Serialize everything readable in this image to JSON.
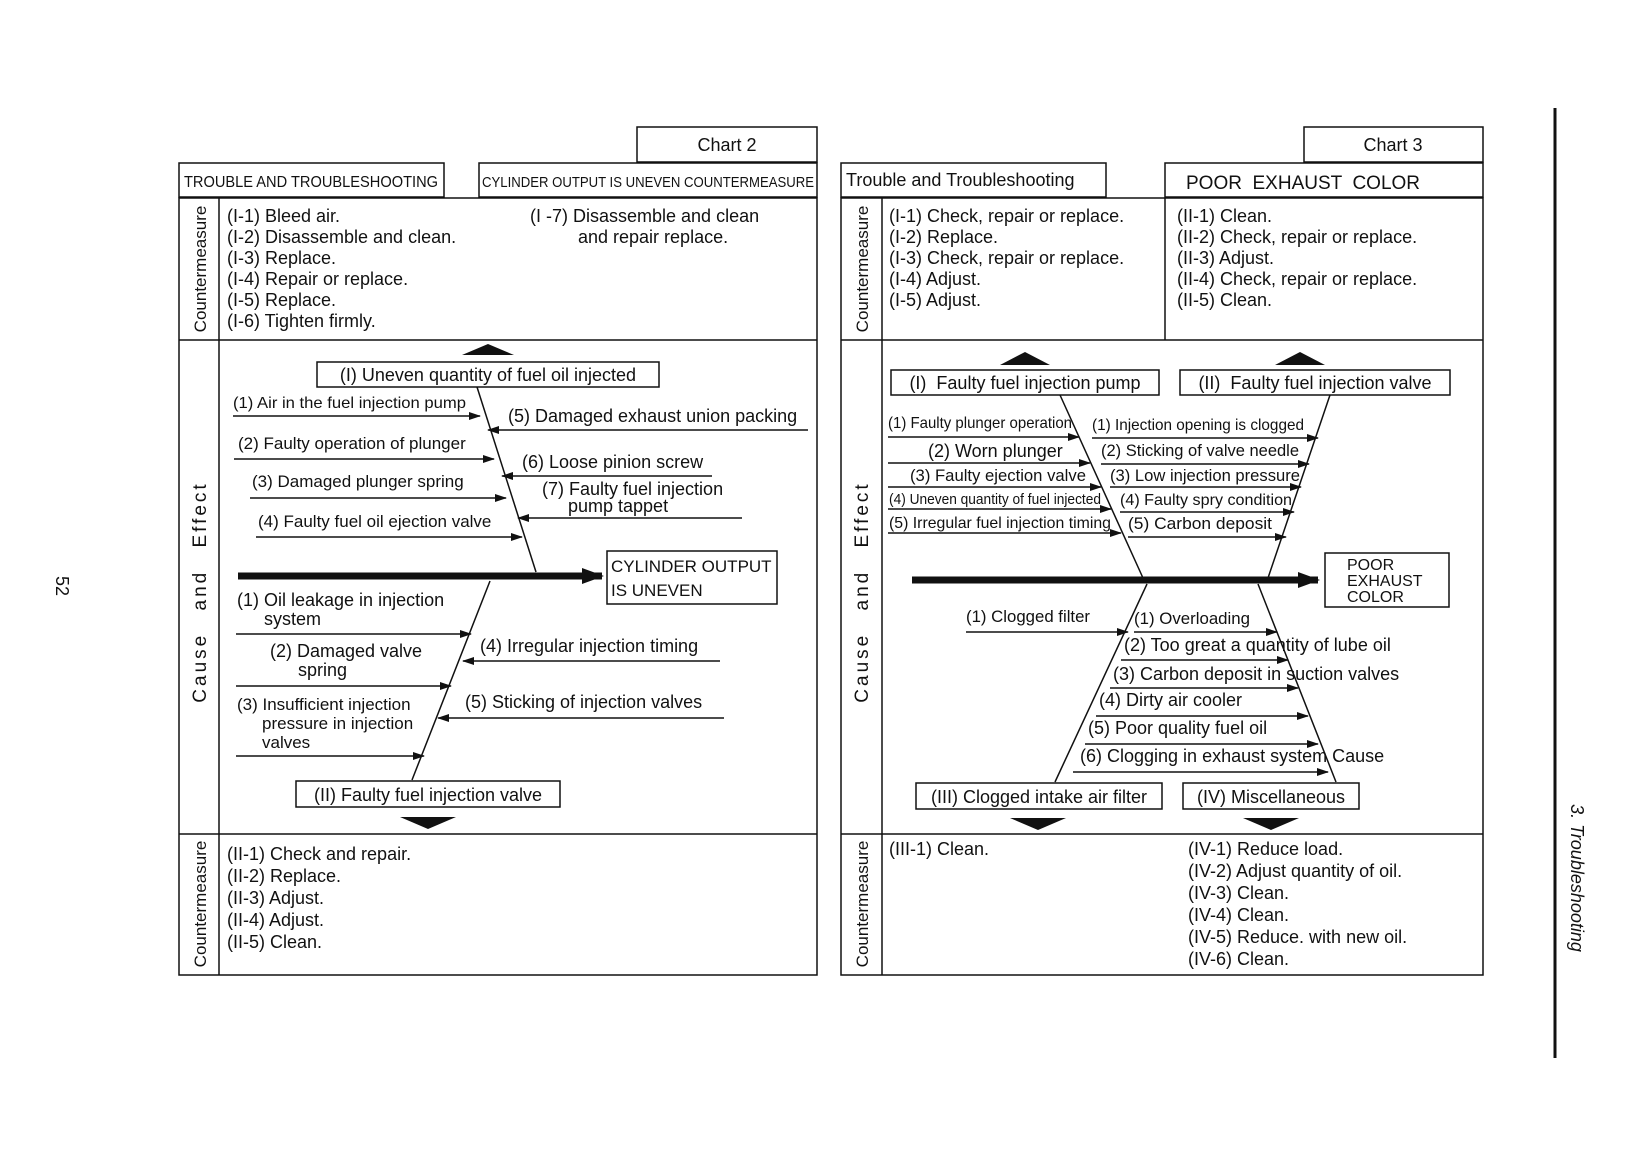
{
  "page_number": "52",
  "section_title": "3. Troubleshooting",
  "chart2": {
    "chart_label": "Chart 2",
    "header_left": "TROUBLE AND TROUBLESHOOTING",
    "header_right": "CYLINDER OUTPUT IS UNEVEN COUNTERMEASURE",
    "side_countermeasure_top": "Countermeasure",
    "side_cause_effect": "Cause and Effect",
    "side_countermeasure_bottom": "Countermeasure",
    "top_measures_left": [
      "(I-1) Bleed air.",
      "(I-2) Disassemble and clean.",
      "(I-3) Replace.",
      "(I-4) Repair or replace.",
      "(I-5) Replace.",
      "(I-6) Tighten firmly."
    ],
    "top_measures_right": [
      "(I -7) Disassemble and clean",
      "and repair replace."
    ],
    "group_top": "(I) Uneven quantity of fuel  oil injected",
    "upper_left_causes": [
      "(1) Air in the fuel injection pump",
      "(2) Faulty operation of plunger",
      "(3) Damaged plunger spring",
      "(4) Faulty fuel oil ejection valve"
    ],
    "upper_right_causes": [
      "(5) Damaged exhaust union packing",
      "(6) Loose pinion screw",
      "(7) Faulty fuel injection",
      "pump tappet"
    ],
    "effect": [
      "CYLINDER OUTPUT",
      "IS UNEVEN"
    ],
    "lower_left_causes": [
      "(1) Oil leakage in injection",
      "system",
      "(2) Damaged valve",
      "spring",
      "(3) Insufficient injection",
      "pressure in injection",
      "valves"
    ],
    "lower_right_causes": [
      "(4) Irregular injection timing",
      "(5) Sticking of injection valves"
    ],
    "group_bottom": "(II) Faulty fuel injection valve",
    "bottom_measures": [
      "(II-1) Check and repair.",
      "(II-2) Replace.",
      "(II-3) Adjust.",
      "(II-4) Adjust.",
      "(II-5) Clean."
    ]
  },
  "chart3": {
    "chart_label": "Chart 3",
    "header_left": "Trouble and Troubleshooting",
    "header_right": "POOR  EXHAUST  COLOR",
    "side_countermeasure_top": "Countermeasure",
    "side_cause_effect": "Cause and Effect",
    "side_countermeasure_bottom": "Countermeasure",
    "top_measures_left": [
      "(I-1) Check, repair or replace.",
      "(I-2) Replace.",
      "(I-3) Check, repair or replace.",
      "(I-4) Adjust.",
      "(I-5) Adjust."
    ],
    "top_measures_right": [
      "(II-1) Clean.",
      "(II-2) Check, repair or replace.",
      "(II-3) Adjust.",
      "(II-4) Check, repair or replace.",
      "(II-5) Clean."
    ],
    "group_top_left": "(I)  Faulty fuel injection pump",
    "group_top_right": "(II)  Faulty fuel injection valve",
    "upper_left_causes": [
      "(1) Faulty plunger operation",
      "(2) Worn plunger",
      "(3) Faulty ejection valve",
      "(4) Uneven quantity of fuel injected",
      "(5) Irregular fuel injection timing"
    ],
    "upper_right_causes": [
      "(1) Injection opening is clogged",
      "(2) Sticking of valve needle",
      "(3) Low injection pressure",
      "(4) Faulty spry condition",
      "(5) Carbon deposit"
    ],
    "effect": [
      "POOR",
      "EXHAUST",
      "COLOR"
    ],
    "lower_left_causes": [
      "(1) Clogged filter"
    ],
    "lower_right_causes": [
      "(1) Overloading",
      "(2) Too great a quantity of lube oil",
      "(3) Carbon deposit in suction valves",
      "(4) Dirty air cooler",
      "(5) Poor quality fuel oil",
      "(6) Clogging in exhaust system Cause"
    ],
    "group_bottom_left": "(III) Clogged intake air filter",
    "group_bottom_right": "(IV) Miscellaneous",
    "bottom_measures_left": [
      "(III-1) Clean."
    ],
    "bottom_measures_right": [
      "(IV-1) Reduce load.",
      "(IV-2) Adjust quantity of oil.",
      "(IV-3) Clean.",
      "(IV-4) Clean.",
      "(IV-5) Reduce. with new oil.",
      "(IV-6) Clean."
    ]
  }
}
